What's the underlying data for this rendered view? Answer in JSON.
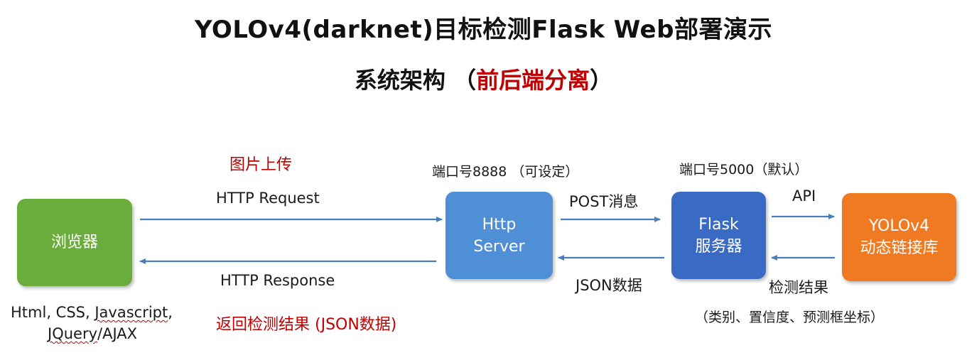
{
  "title": {
    "main": "YOLOv4(darknet)目标检测Flask Web部署演示",
    "sub_prefix": "系统架构 （",
    "sub_accent": "前后端分离",
    "sub_suffix": "）"
  },
  "nodes": {
    "browser": {
      "label": "浏览器",
      "color": "#6aad3d"
    },
    "http_server": {
      "label": "Http\nServer",
      "color": "#4f8fd6"
    },
    "flask": {
      "label": "Flask\n服务器",
      "color": "#3a6bc4"
    },
    "yolo": {
      "label": "YOLOv4\n动态链接库",
      "color": "#f07a22"
    }
  },
  "labels": {
    "upload": "图片上传",
    "http_request": "HTTP Request",
    "http_response": "HTTP Response",
    "return_result": "返回检测结果 (JSON数据)",
    "browser_tech_1_a": "Html, CSS, ",
    "browser_tech_1_b": "Javascript",
    "browser_tech_1_c": ",",
    "browser_tech_2_a": "JQuery",
    "browser_tech_2_b": "/AJAX",
    "port_8888": "端口号8888 （可设定）",
    "post_msg": "POST消息",
    "json_data": "JSON数据",
    "port_5000": "端口号5000（默认）",
    "api": "API",
    "detect_result": "检测结果",
    "result_fields": "（类别、置信度、预测框坐标）"
  },
  "colors": {
    "arrow": "#4a7ebb",
    "accent_red": "#c00000"
  }
}
